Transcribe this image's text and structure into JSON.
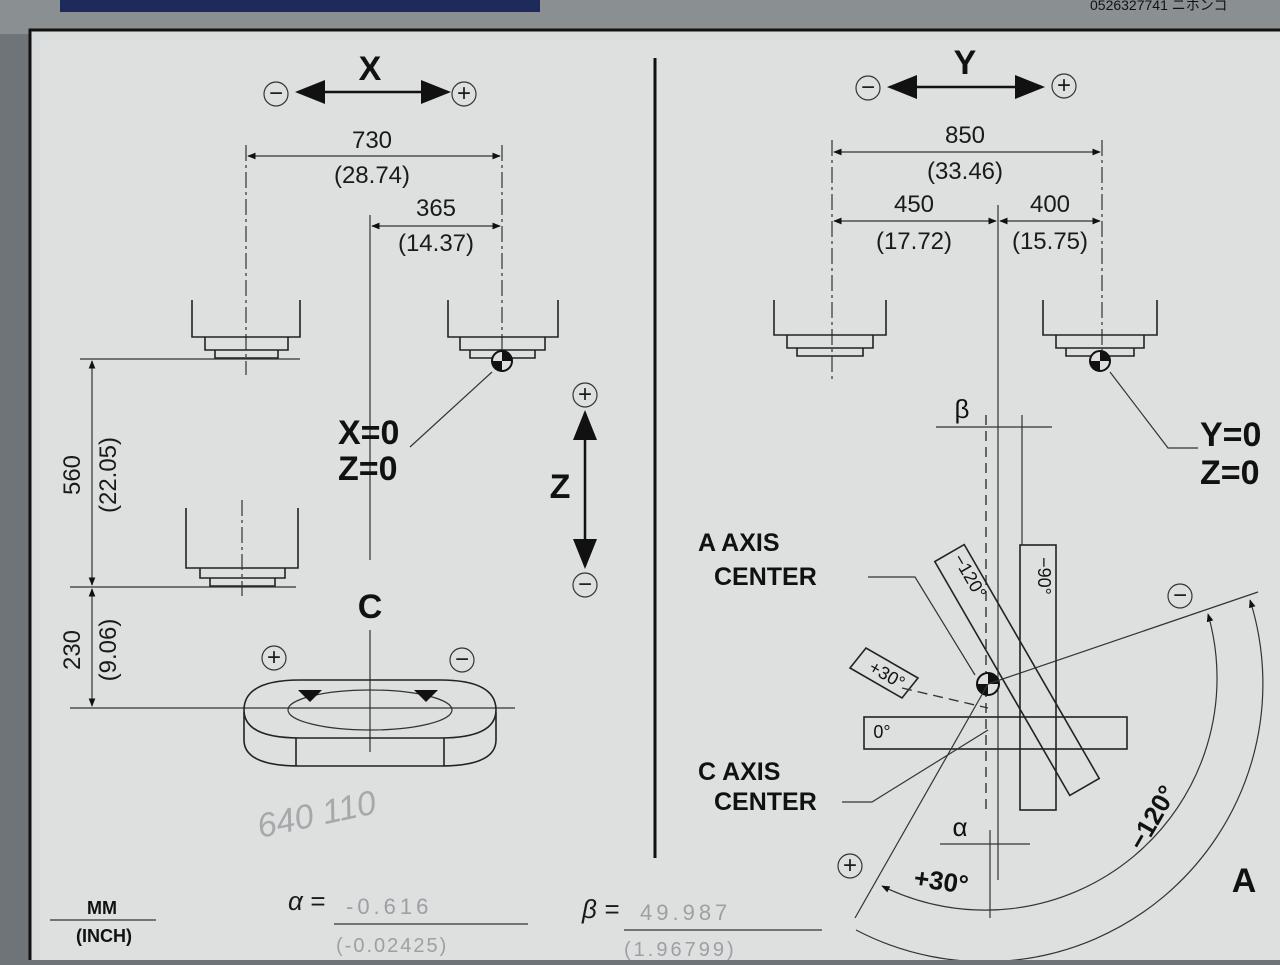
{
  "header": {
    "part_code": "0526327741 ニホンゴ"
  },
  "x_view": {
    "axis_label": "X",
    "minus": "−",
    "plus": "+",
    "dim_total_mm": "730",
    "dim_total_in": "(28.74)",
    "dim_half_mm": "365",
    "dim_half_in": "(14.37)",
    "dim_vert_mm": "560",
    "dim_vert_in": "(22.05)",
    "dim_low_mm": "230",
    "dim_low_in": "(9.06)",
    "origin_x": "X=0",
    "origin_z": "Z=0",
    "c_label": "C",
    "c_plus": "+",
    "c_minus": "−",
    "handwritten_note": "640 110"
  },
  "z_axis": {
    "label": "Z",
    "plus": "+",
    "minus": "−"
  },
  "y_view": {
    "axis_label": "Y",
    "minus": "−",
    "plus": "+",
    "dim_total_mm": "850",
    "dim_total_in": "(33.46)",
    "dim_left_mm": "450",
    "dim_left_in": "(17.72)",
    "dim_right_mm": "400",
    "dim_right_in": "(15.75)",
    "origin_y": "Y=0",
    "origin_z": "Z=0",
    "beta_symbol": "β",
    "alpha_symbol": "α",
    "a_axis_center_1": "A AXIS",
    "a_axis_center_2": "CENTER",
    "c_axis_center_1": "C AXIS",
    "c_axis_center_2": "CENTER",
    "angle_minus120": "−120°",
    "angle_minus90": "−90°",
    "angle_plus30": "+30°",
    "angle_0": "0°",
    "arc_minus120": "−120°",
    "arc_plus30": "+30°",
    "arc_plus": "+",
    "arc_minus": "−",
    "view_letter": "A"
  },
  "footer": {
    "units_mm": "MM",
    "units_inch": "(INCH)",
    "alpha_eq": "α =",
    "alpha_mm": "-0.616",
    "alpha_in": "(-0.02425)",
    "beta_eq": "β =",
    "beta_mm": "49.987",
    "beta_in": "(1.96799)"
  }
}
